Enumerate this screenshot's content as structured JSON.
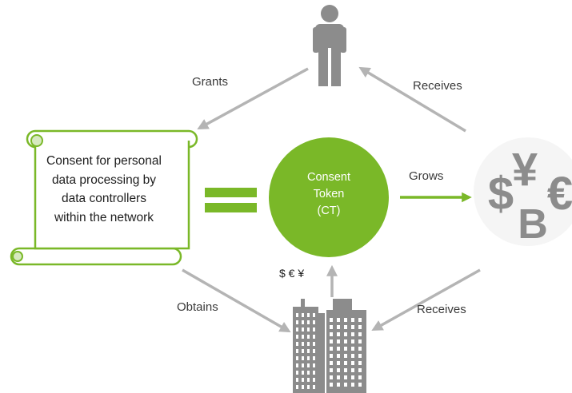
{
  "person": {
    "icon": "person-icon"
  },
  "consent_document": {
    "icon": "scroll-icon",
    "lines": [
      "Consent for personal",
      "data processing by",
      "data controllers",
      "within the network"
    ]
  },
  "equals": {
    "icon": "equals-icon"
  },
  "consent_token": {
    "lines": [
      "Consent",
      "Token",
      "(CT)"
    ]
  },
  "currencies": {
    "icon": "currency-symbols-icon",
    "symbols": [
      "$",
      "¥",
      "€",
      "B"
    ]
  },
  "company": {
    "icon": "buildings-icon"
  },
  "money_label": "$ € ¥",
  "edges": {
    "grants": "Grants",
    "receives_top": "Receives",
    "grows": "Grows",
    "obtains": "Obtains",
    "receives_bottom": "Receives"
  },
  "colors": {
    "accent_green": "#7ab828",
    "arrow_gray": "#b4b4b4",
    "icon_gray": "#8c8c8c"
  }
}
